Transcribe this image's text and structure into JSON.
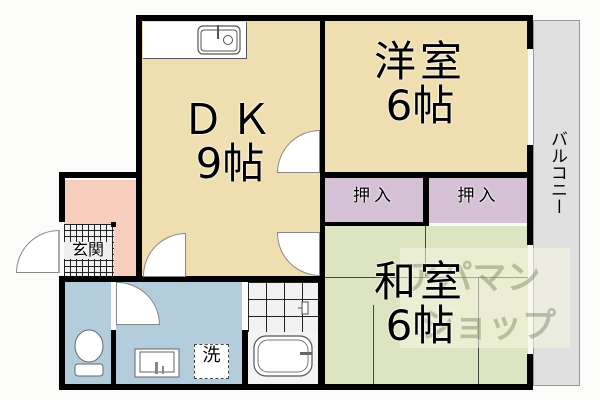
{
  "floorplan": {
    "rooms": {
      "dk": {
        "line1": "ＤＫ",
        "line2": "9帖"
      },
      "western": {
        "line1": "洋室",
        "line2": "6帖"
      },
      "japanese": {
        "line1": "和室",
        "line2": "6帖"
      },
      "closet_left": {
        "label": "押入"
      },
      "closet_right": {
        "label": "押入"
      },
      "entrance": {
        "label": "玄関"
      },
      "washroom": {
        "label": "洗"
      },
      "balcony": {
        "label": "バルコニー"
      }
    },
    "watermark": {
      "line1": "アパマン",
      "line2": "ショップ"
    },
    "colors": {
      "dk": "#efdfb0",
      "western": "#efdfb0",
      "japanese": "#dde4c2",
      "closet": "#d5c1d6",
      "entrance": "#f7cdbd",
      "water": "#b3cddd",
      "balcony": "#e0e0e0",
      "wall": "#000000"
    }
  }
}
